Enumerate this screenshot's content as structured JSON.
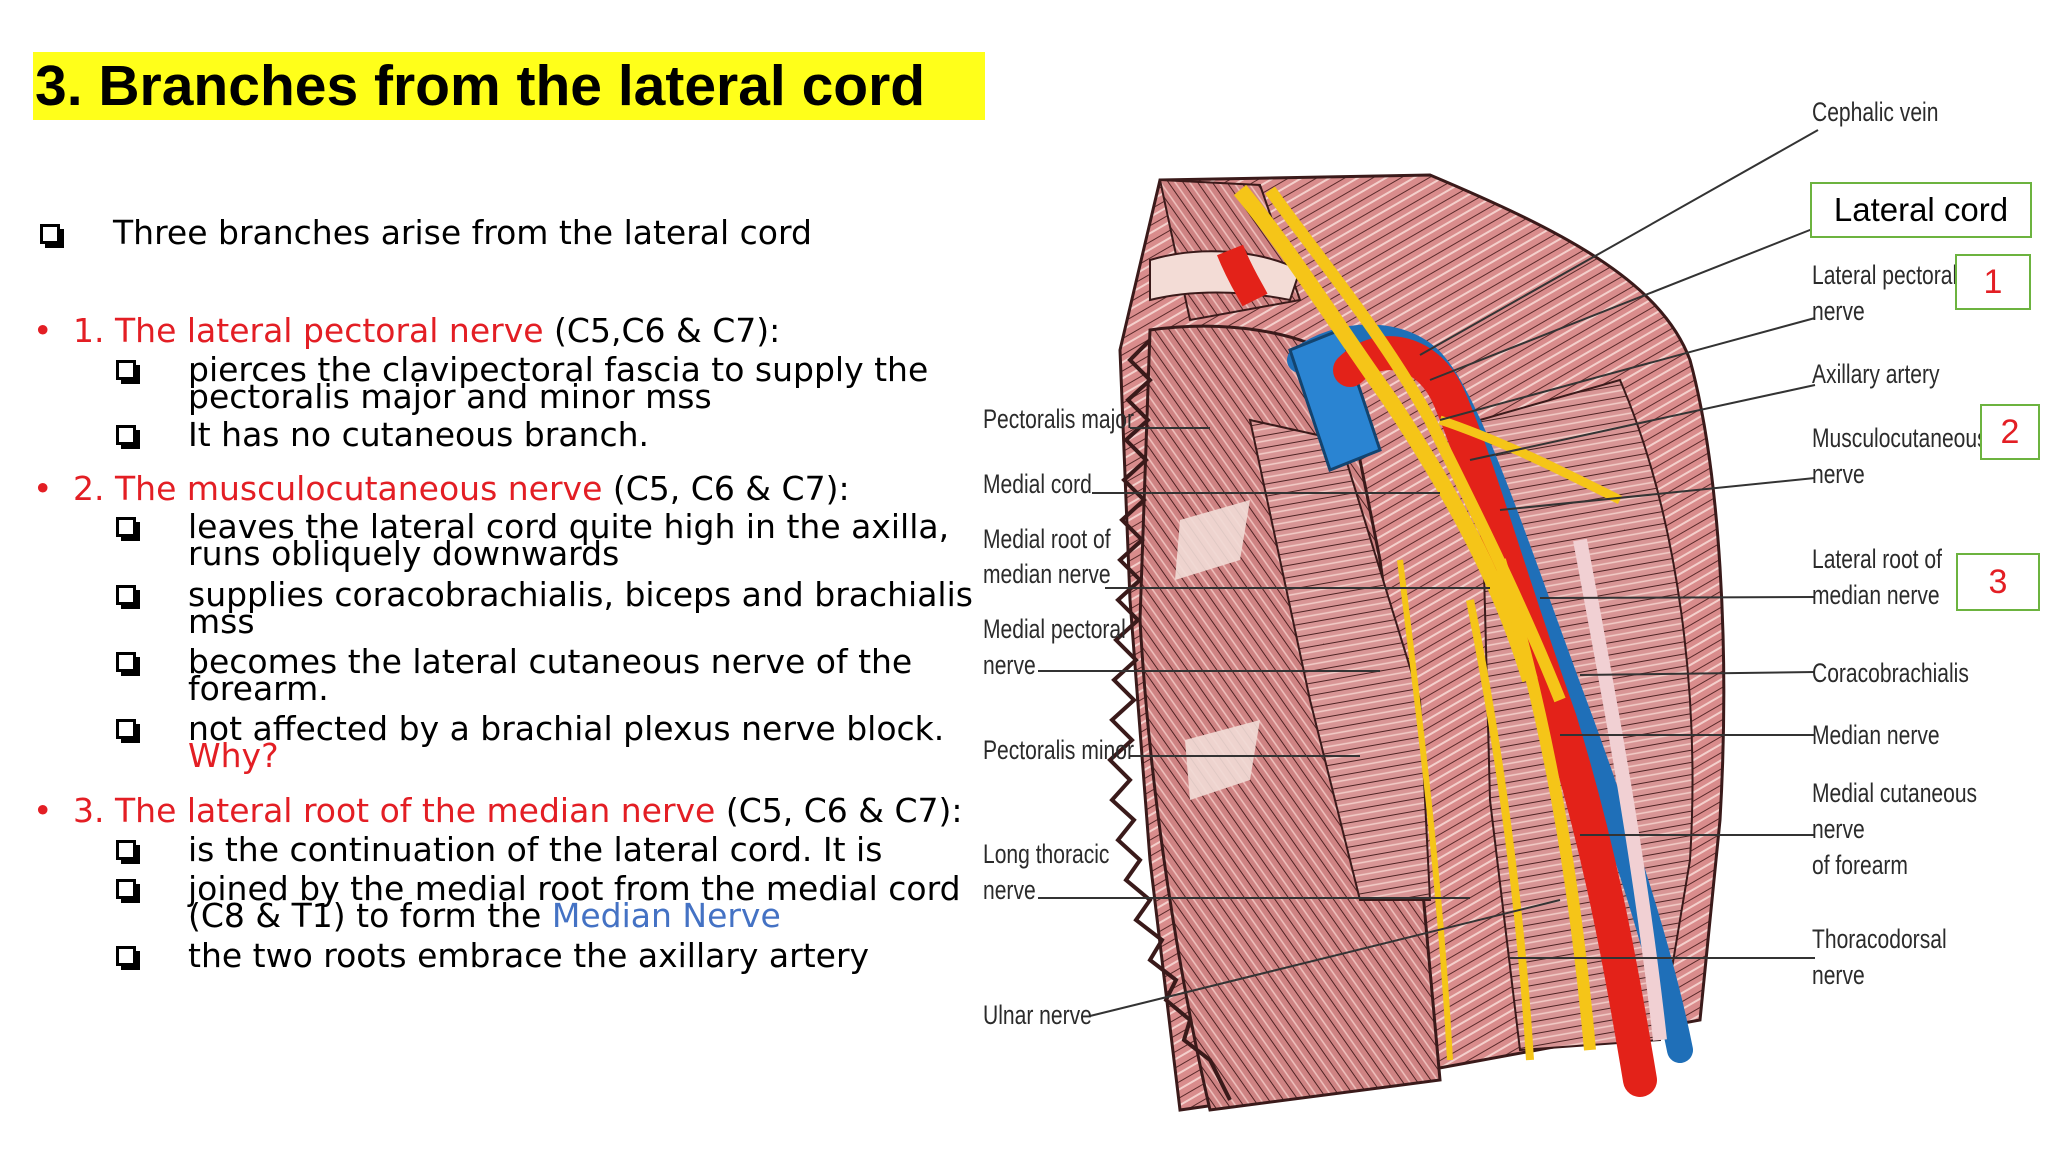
{
  "slide": {
    "title": "3. Branches from the lateral cord",
    "intro": "Three branches arise from the lateral cord",
    "sections": [
      {
        "bullet": "•",
        "num": "1.",
        "name": "The lateral pectoral nerve",
        "roots": "(C5,C6 & C7):",
        "items": [
          [
            "pierces the clavipectoral fascia to supply the",
            "pectoralis major and minor mss"
          ],
          [
            "It has no cutaneous branch."
          ]
        ]
      },
      {
        "bullet": "•",
        "num": "2.",
        "name": "The musculocutaneous nerve",
        "roots": "(C5, C6 & C7):",
        "items": [
          [
            "leaves the lateral cord quite high in the axilla,",
            "runs obliquely downwards"
          ],
          [
            "supplies coracobrachialis, biceps and brachialis",
            "mss"
          ],
          [
            "becomes the lateral cutaneous nerve of the",
            "forearm."
          ],
          [
            "not affected by a brachial plexus nerve block.",
            "Why?"
          ]
        ]
      },
      {
        "bullet": "•",
        "num": "3.",
        "name": "The lateral root of the median nerve",
        "roots": "(C5, C6 & C7):",
        "items": [
          [
            "is the continuation of the lateral cord. It is"
          ],
          [
            "joined by the medial root from the medial cord",
            "(C8 & T1) to form the",
            "Median Nerve"
          ],
          [
            "the two roots embrace the axillary artery"
          ]
        ]
      }
    ]
  },
  "figure": {
    "left_labels": [
      "Pectoralis major",
      "Medial cord",
      "Medial root of",
      "median nerve",
      "Medial pectoral",
      "nerve",
      "Pectoralis minor",
      "Long thoracic",
      "nerve",
      "Ulnar nerve"
    ],
    "right_labels": [
      "Cephalic vein",
      "Lateral pectoral",
      "nerve",
      "Axillary artery",
      "Musculocutaneous",
      "nerve",
      "Lateral root of",
      "median nerve",
      "Coracobrachialis",
      "Median nerve",
      "Medial cutaneous",
      "nerve",
      "of forearm",
      "Thoracodorsal",
      "nerve"
    ],
    "callout_lateral_cord": "Lateral cord",
    "numbers": [
      "1",
      "2",
      "3"
    ]
  },
  "colors": {
    "title_highlight": "#ffff1a",
    "emphasis_red": "#e31e24",
    "emphasis_blue": "#4472c4",
    "callout_border": "#6cb33f"
  },
  "icons": [
    "checkbox-bullet-icon",
    "round-bullet-icon"
  ]
}
